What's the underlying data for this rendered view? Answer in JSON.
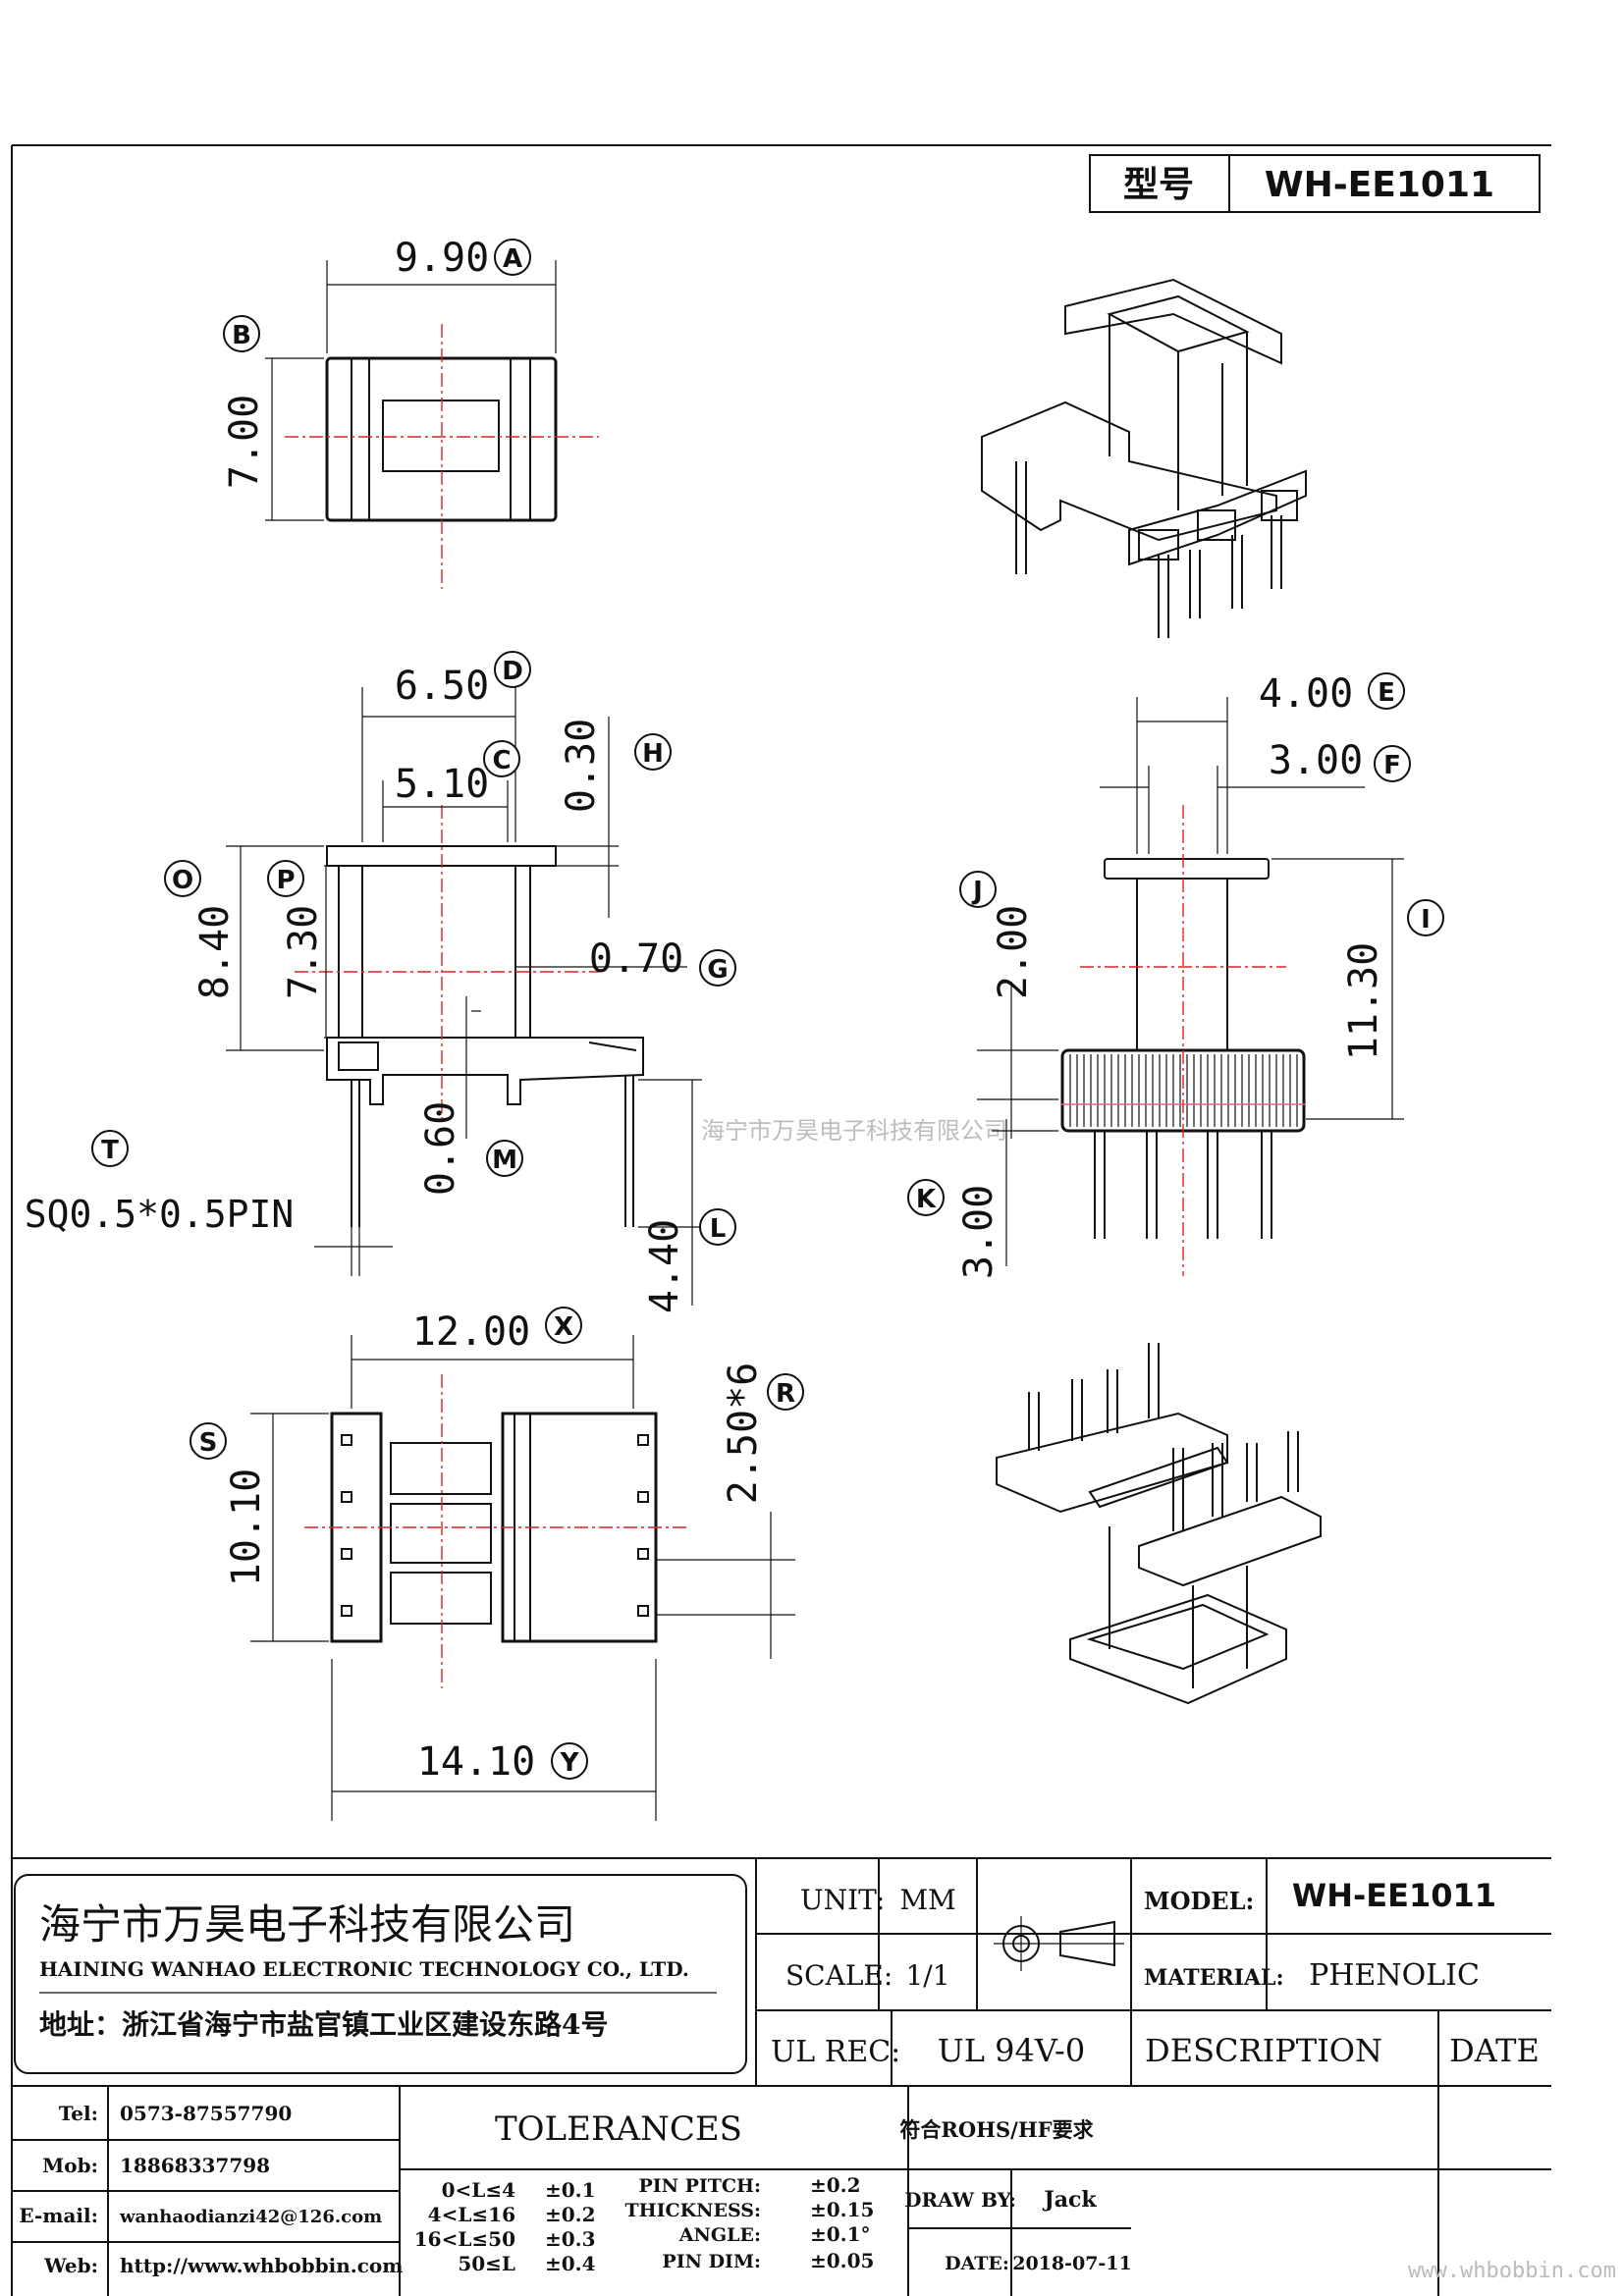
{
  "model_box": {
    "label": "型号",
    "value": "WH-EE1011"
  },
  "dimensions": {
    "A": "9.90",
    "B": "7.00",
    "D": "6.50",
    "C": "5.10",
    "H": "0.30",
    "O": "8.40",
    "P": "7.30",
    "G": "0.70",
    "M": "0.60",
    "L": "4.40",
    "T": "SQ0.5*0.5PIN",
    "E": "4.00",
    "F": "3.00",
    "J": "2.00",
    "I": "11.30",
    "K": "3.00",
    "X": "12.00",
    "S": "10.10",
    "R": "2.50*6",
    "Y": "14.10"
  },
  "letters": {
    "A": "A",
    "B": "B",
    "C": "C",
    "D": "D",
    "E": "E",
    "F": "F",
    "G": "G",
    "H": "H",
    "I": "I",
    "J": "J",
    "K": "K",
    "L": "L",
    "M": "M",
    "O": "O",
    "P": "P",
    "R": "R",
    "S": "S",
    "T": "T",
    "X": "X",
    "Y": "Y"
  },
  "watermark_center": "海宁市万昊电子科技有限公司",
  "company": {
    "name_cn": "海宁市万昊电子科技有限公司",
    "name_en": "HAINING WANHAO ELECTRONIC TECHNOLOGY CO., LTD.",
    "address": "地址：浙江省海宁市盐官镇工业区建设东路4号"
  },
  "contact": [
    {
      "label": "Tel:",
      "value": "0573-87557790"
    },
    {
      "label": "Mob:",
      "value": "18868337798"
    },
    {
      "label": "E-mail:",
      "value": "wanhaodianzi42@126.com"
    },
    {
      "label": "Web:",
      "value": "http://www.whbobbin.com"
    }
  ],
  "unit": {
    "label": "UNIT:",
    "value": "MM"
  },
  "scale": {
    "label": "SCALE:",
    "value": "1/1"
  },
  "ul_rec": {
    "label": "UL REC:",
    "value": "UL 94V-0"
  },
  "model": {
    "label": "MODEL:",
    "value": "WH-EE1011"
  },
  "material": {
    "label": "MATERIAL:",
    "value": "PHENOLIC"
  },
  "description_label": "DESCRIPTION",
  "date_label": "DATE",
  "rohs": "符合ROHS/HF要求",
  "tolerances": {
    "title": "TOLERANCES",
    "ranges": [
      {
        "range": "0<L≤4",
        "tol": "±0.1"
      },
      {
        "range": "4<L≤16",
        "tol": "±0.2"
      },
      {
        "range": "16<L≤50",
        "tol": "±0.3"
      },
      {
        "range": "50≤L",
        "tol": "±0.4"
      }
    ],
    "specs": [
      {
        "name": "PIN PITCH:",
        "tol": "±0.2"
      },
      {
        "name": "THICKNESS:",
        "tol": "±0.15"
      },
      {
        "name": "ANGLE:",
        "tol": "±0.1°"
      },
      {
        "name": "PIN DIM:",
        "tol": "±0.05"
      }
    ]
  },
  "draw_by": {
    "label": "DRAW BY:",
    "value": "Jack"
  },
  "date": {
    "label": "DATE:",
    "value": "2018-07-11"
  },
  "site_watermark": "www.whbobbin.com"
}
